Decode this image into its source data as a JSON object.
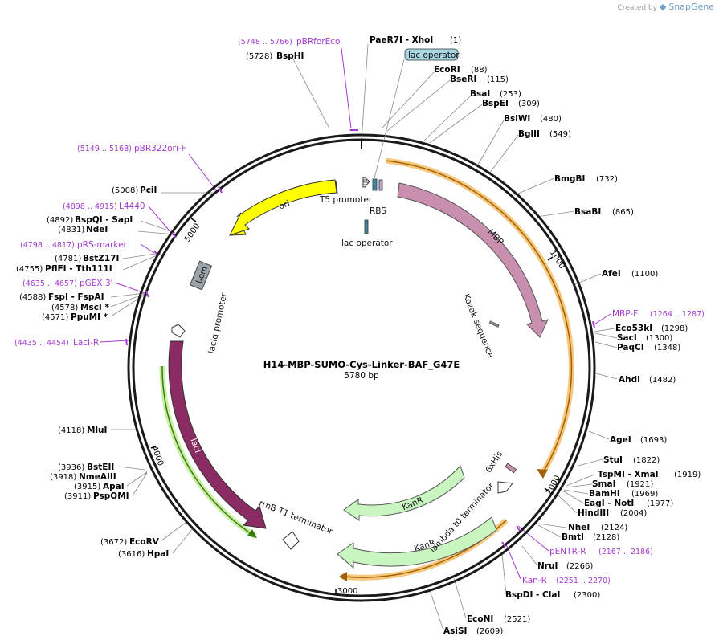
{
  "brand": {
    "created_by": "Created by",
    "name": "SnapGene"
  },
  "plasmid": {
    "name": "H14-MBP-SUMO-Cys-Linker-BAF_G47E",
    "length": "5780 bp"
  },
  "ticks": [
    "1000",
    "2000",
    "3000",
    "4000",
    "5000"
  ],
  "features": {
    "ori": "ori",
    "bom": "bom",
    "t5": "T5 promoter",
    "rbs": "RBS",
    "lacop_inner": "lac operator",
    "lacop_top": "lac operator",
    "mbp": "MBP",
    "kozak": "Kozak sequence",
    "his": "6xHis",
    "lambda": "lambda t0 terminator",
    "kanr1": "KanR",
    "kanr2": "KanR",
    "rrnb": "rrnB T1 terminator",
    "laci": "lacI",
    "laciq": "lacIq promoter"
  },
  "sites_left": [
    {
      "num": "(5728)",
      "name": "BspHI"
    },
    {
      "num": "(5008)",
      "name": "PciI"
    },
    {
      "num": "(4892)",
      "name": "BspQI  - SapI"
    },
    {
      "num": "(4831)",
      "name": "NdeI"
    },
    {
      "num": "(4781)",
      "name": "BstZ17I"
    },
    {
      "num": "(4755)",
      "name": "PflFI  - Tth111I"
    },
    {
      "num": "(4588)",
      "name": "FspI  - FspAI"
    },
    {
      "num": "(4578)",
      "name": "MscI *"
    },
    {
      "num": "(4571)",
      "name": "PpuMI *"
    },
    {
      "num": "(4118)",
      "name": "MluI"
    },
    {
      "num": "(3936)",
      "name": "BstEII"
    },
    {
      "num": "(3918)",
      "name": "NmeAIII"
    },
    {
      "num": "(3915)",
      "name": "ApaI"
    },
    {
      "num": "(3911)",
      "name": "PspOMI"
    },
    {
      "num": "(3672)",
      "name": "EcoRV"
    },
    {
      "num": "(3616)",
      "name": "HpaI"
    }
  ],
  "sites_right": [
    {
      "name": "PaeR7I   - XhoI",
      "num": "(1)"
    },
    {
      "name": "EcoRI",
      "num": "(88)"
    },
    {
      "name": "BseRI",
      "num": "(115)"
    },
    {
      "name": "BsaI",
      "num": "(253)"
    },
    {
      "name": "BspEI",
      "num": "(309)"
    },
    {
      "name": "BsiWI",
      "num": "(480)"
    },
    {
      "name": "BglII",
      "num": "(549)"
    },
    {
      "name": "BmgBI",
      "num": "(732)"
    },
    {
      "name": "BsaBI",
      "num": "(865)"
    },
    {
      "name": "AfeI",
      "num": "(1100)"
    },
    {
      "name": "Eco53kI",
      "num": "(1298)"
    },
    {
      "name": "SacI",
      "num": "(1300)"
    },
    {
      "name": "PaqCI",
      "num": "(1348)"
    },
    {
      "name": "AhdI",
      "num": "(1482)"
    },
    {
      "name": "AgeI",
      "num": "(1693)"
    },
    {
      "name": "StuI",
      "num": "(1822)"
    },
    {
      "name": "TspMI   - XmaI",
      "num": "(1919)"
    },
    {
      "name": "SmaI",
      "num": "(1921)"
    },
    {
      "name": "BamHI",
      "num": "(1969)"
    },
    {
      "name": "EagI  - NotI",
      "num": "(1977)"
    },
    {
      "name": "HindIII",
      "num": "(2004)"
    },
    {
      "name": "NheI",
      "num": "(2124)"
    },
    {
      "name": "BmtI",
      "num": "(2128)"
    },
    {
      "name": "NruI",
      "num": "(2266)"
    },
    {
      "name": "BspDI  - ClaI",
      "num": "(2300)"
    },
    {
      "name": "EcoNI",
      "num": "(2521)"
    },
    {
      "name": "AsiSI",
      "num": "(2609)"
    }
  ],
  "primers": [
    {
      "range": "(5748 .. 5766)",
      "name": "pBRforEco"
    },
    {
      "range": "(5149 .. 5168)",
      "name": "pBR322ori-F"
    },
    {
      "range": "(4898 .. 4915)",
      "name": "L4440"
    },
    {
      "range": "(4798 .. 4817)",
      "name": "pRS-marker"
    },
    {
      "range": "(4635 .. 4657)",
      "name": "pGEX 3'"
    },
    {
      "range": "(4435 .. 4454)",
      "name": "LacI-R"
    },
    {
      "name": "MBP-F",
      "range": "(1264 .. 1287)"
    },
    {
      "name": "pENTR-R",
      "range": "(2167 .. 2186)"
    },
    {
      "name": "Kan-R",
      "range": "(2251 .. 2270)"
    }
  ],
  "colors": {
    "backbone": "#1a1a1a",
    "ori": "#ffff00",
    "mbp": "#c88fae",
    "laci": "#8b2b63",
    "kanr": "#c8f5c0",
    "orf_orange": "#f6c77a",
    "orf_green": "#c8f0a0",
    "primer": "#a53ad0"
  }
}
